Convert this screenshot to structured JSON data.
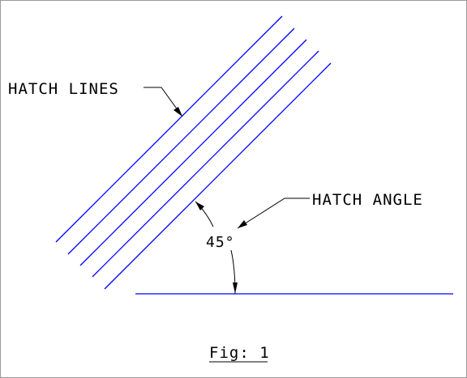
{
  "diagram": {
    "labels": {
      "hatch_lines": "HATCH LINES",
      "hatch_angle": "HATCH ANGLE",
      "angle_value": "45°",
      "figure_caption": "Fig: 1"
    },
    "colors": {
      "hatch_line": "#0000ff",
      "leader": "#000000",
      "text": "#000000",
      "border": "#9a9a9a"
    },
    "hatch": {
      "line_count": 5,
      "angle_degrees": 45
    }
  }
}
